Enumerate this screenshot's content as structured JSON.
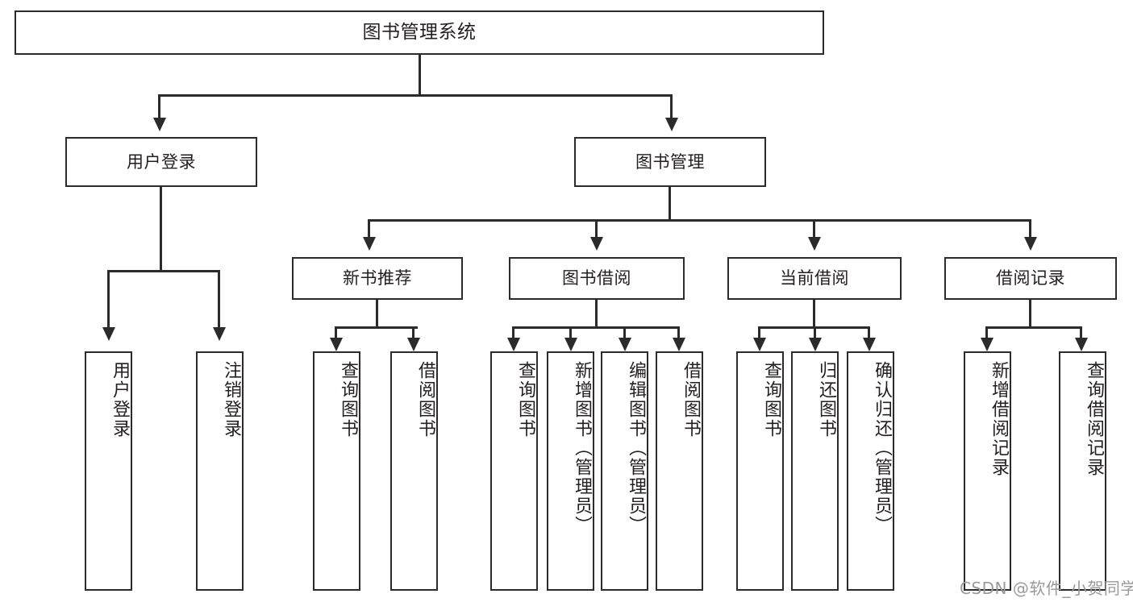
{
  "diagram": {
    "title": "图书管理系统",
    "type": "tree-hierarchy",
    "root": {
      "label": "图书管理系统"
    },
    "level2": [
      {
        "label": "用户登录"
      },
      {
        "label": "图书管理"
      }
    ],
    "level3": [
      {
        "label": "新书推荐"
      },
      {
        "label": "图书借阅"
      },
      {
        "label": "当前借阅"
      },
      {
        "label": "借阅记录"
      }
    ],
    "leaves": {
      "user_login": [
        {
          "label": "用户登录"
        },
        {
          "label": "注销登录"
        }
      ],
      "new_book_recommend": [
        {
          "label": "查询图书"
        },
        {
          "label": "借阅图书"
        }
      ],
      "book_borrow": [
        {
          "label": "查询图书"
        },
        {
          "label": "新增图书（管理员）"
        },
        {
          "label": "编辑图书（管理员）"
        },
        {
          "label": "借阅图书"
        }
      ],
      "current_borrow": [
        {
          "label": "查询图书"
        },
        {
          "label": "归还图书"
        },
        {
          "label": "确认归还（管理员）"
        }
      ],
      "borrow_record": [
        {
          "label": "新增借阅记录"
        },
        {
          "label": "查询借阅记录"
        }
      ]
    }
  },
  "watermark": {
    "text": "CSDN @软件_小贺同学"
  },
  "colors": {
    "stroke": "#2b2b2b",
    "fill": "#ffffff",
    "text": "#231f20",
    "watermark": "#9a9a9a"
  }
}
